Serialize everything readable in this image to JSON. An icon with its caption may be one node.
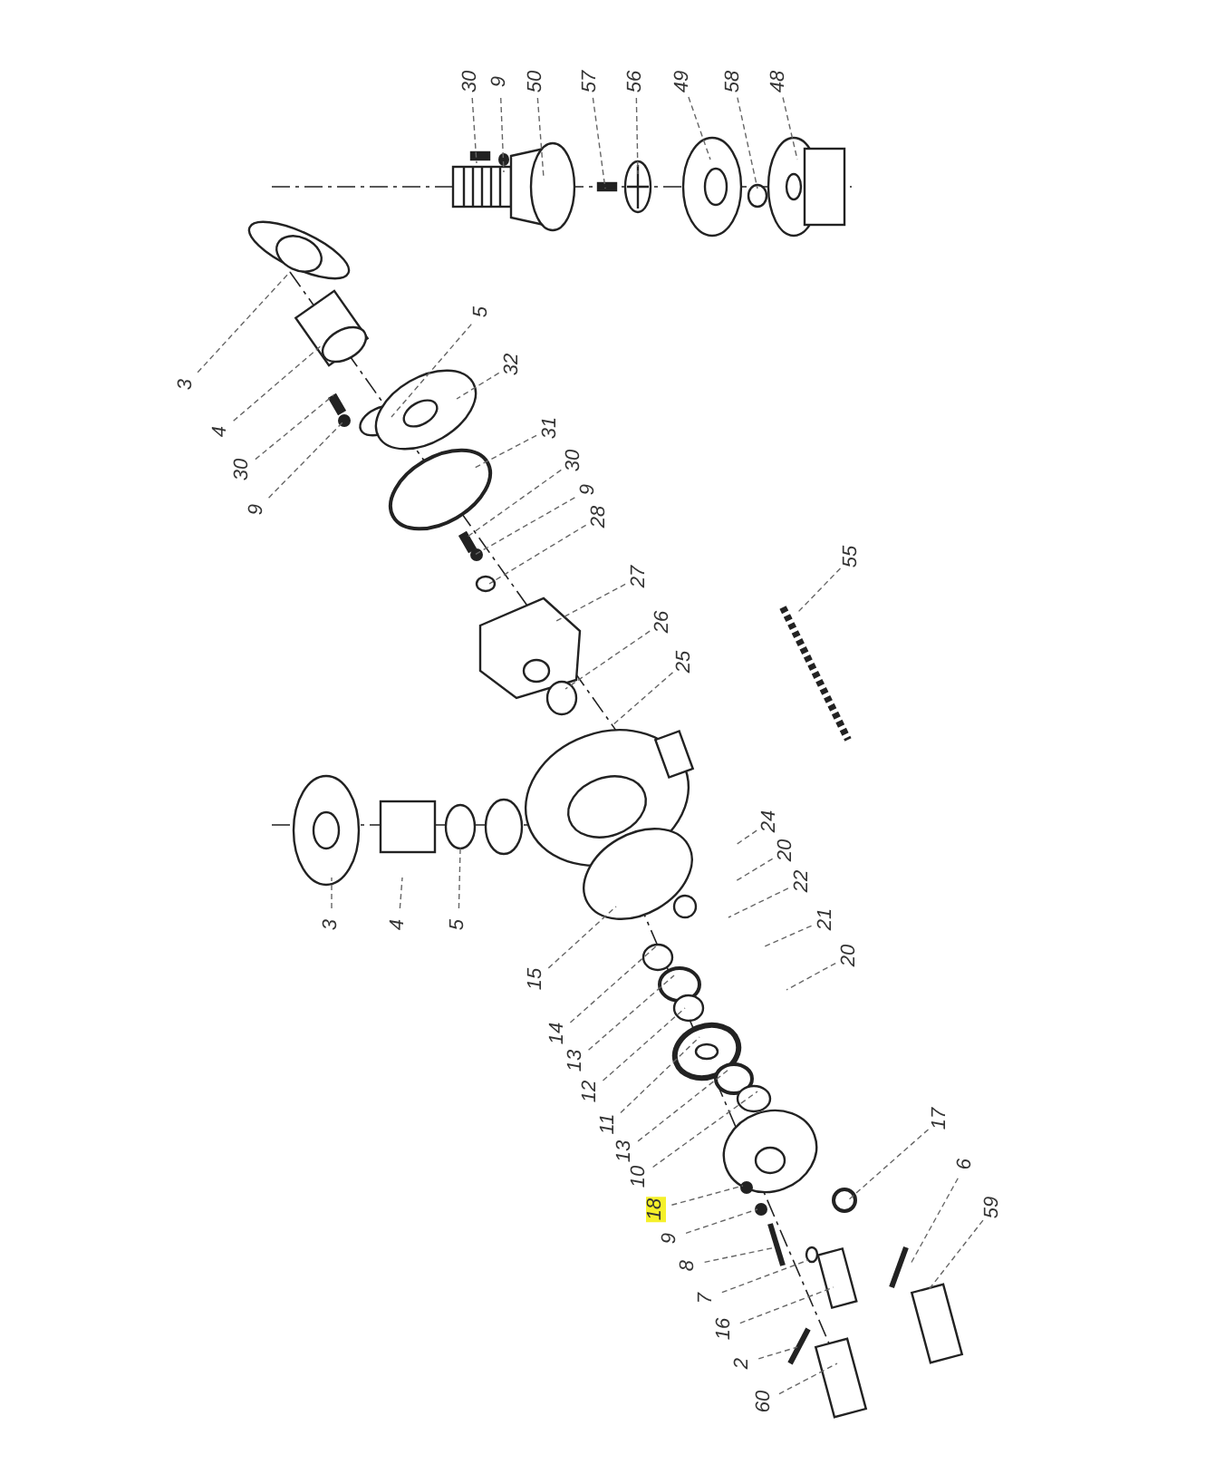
{
  "diagram": {
    "nodes": [
      {
        "text": [
          "30"
        ]
      },
      {
        "text": [
          "9"
        ]
      },
      {
        "text": [
          "50"
        ]
      },
      {
        "text": [
          "57"
        ]
      },
      {
        "text": [
          "56"
        ]
      },
      {
        "text": [
          "49"
        ]
      },
      {
        "text": [
          "58"
        ]
      },
      {
        "text": [
          "48"
        ]
      },
      {
        "text": [
          "3"
        ]
      },
      {
        "text": [
          "4"
        ]
      },
      {
        "text": [
          "30"
        ]
      },
      {
        "text": [
          "9"
        ]
      },
      {
        "text": [
          "5"
        ]
      },
      {
        "text": [
          "32"
        ]
      },
      {
        "text": [
          "31"
        ]
      },
      {
        "text": [
          "30"
        ]
      },
      {
        "text": [
          "9"
        ]
      },
      {
        "text": [
          "28"
        ]
      },
      {
        "text": [
          "27"
        ]
      },
      {
        "text": [
          "26"
        ]
      },
      {
        "text": [
          "25"
        ]
      },
      {
        "text": [
          "55"
        ]
      },
      {
        "text": [
          "3"
        ]
      },
      {
        "text": [
          "4"
        ]
      },
      {
        "text": [
          "5"
        ]
      },
      {
        "text": [
          "15"
        ]
      },
      {
        "text": [
          "14"
        ]
      },
      {
        "text": [
          "13"
        ]
      },
      {
        "text": [
          "12"
        ]
      },
      {
        "text": [
          "11"
        ]
      },
      {
        "text": [
          "13"
        ]
      },
      {
        "text": [
          "10"
        ]
      },
      {
        "text": [
          "24"
        ]
      },
      {
        "text": [
          "20"
        ]
      },
      {
        "text": [
          "22"
        ]
      },
      {
        "text": [
          "21"
        ]
      },
      {
        "text": [
          "20"
        ]
      },
      {
        "text": [
          "18"
        ]
      },
      {
        "text": [
          "9"
        ]
      },
      {
        "text": [
          "8"
        ]
      },
      {
        "text": [
          "7"
        ]
      },
      {
        "text": [
          "16"
        ]
      },
      {
        "text": [
          "2"
        ]
      },
      {
        "text": [
          "60"
        ]
      },
      {
        "text": [
          "17"
        ]
      },
      {
        "text": [
          "6"
        ]
      },
      {
        "text": [
          "59"
        ]
      }
    ],
    "edges": [
      {
        "from": 0,
        "to": null,
        "arrow": "none"
      },
      {
        "from": 1,
        "to": null,
        "arrow": "none"
      },
      {
        "from": 2,
        "to": null,
        "arrow": "none"
      },
      {
        "from": 3,
        "to": null,
        "arrow": "none"
      },
      {
        "from": 4,
        "to": null,
        "arrow": "none"
      },
      {
        "from": 5,
        "to": null,
        "arrow": "none"
      },
      {
        "from": 6,
        "to": null,
        "arrow": "none"
      },
      {
        "from": 7,
        "to": null,
        "arrow": "none"
      },
      {
        "from": 8,
        "to": null,
        "arrow": "none"
      },
      {
        "from": 9,
        "to": null,
        "arrow": "none"
      },
      {
        "from": 10,
        "to": null,
        "arrow": "none"
      },
      {
        "from": 11,
        "to": null,
        "arrow": "none"
      },
      {
        "from": 12,
        "to": null,
        "arrow": "none"
      },
      {
        "from": 13,
        "to": null,
        "arrow": "none"
      },
      {
        "from": 14,
        "to": null,
        "arrow": "none"
      },
      {
        "from": 15,
        "to": null,
        "arrow": "none"
      },
      {
        "from": 16,
        "to": null,
        "arrow": "none"
      },
      {
        "from": 17,
        "to": null,
        "arrow": "none"
      },
      {
        "from": 18,
        "to": null,
        "arrow": "none"
      },
      {
        "from": 19,
        "to": null,
        "arrow": "none"
      },
      {
        "from": 20,
        "to": null,
        "arrow": "none"
      },
      {
        "from": 21,
        "to": null,
        "arrow": "none"
      },
      {
        "from": 22,
        "to": null,
        "arrow": "none"
      },
      {
        "from": 23,
        "to": null,
        "arrow": "none"
      },
      {
        "from": 24,
        "to": null,
        "arrow": "none"
      },
      {
        "from": 25,
        "to": null,
        "arrow": "none"
      },
      {
        "from": 26,
        "to": null,
        "arrow": "none"
      },
      {
        "from": 27,
        "to": null,
        "arrow": "none"
      },
      {
        "from": 28,
        "to": null,
        "arrow": "none"
      },
      {
        "from": 29,
        "to": null,
        "arrow": "none"
      },
      {
        "from": 30,
        "to": null,
        "arrow": "none"
      },
      {
        "from": 31,
        "to": null,
        "arrow": "none"
      },
      {
        "from": 32,
        "to": null,
        "arrow": "none"
      },
      {
        "from": 33,
        "to": null,
        "arrow": "none"
      },
      {
        "from": 34,
        "to": null,
        "arrow": "none"
      },
      {
        "from": 35,
        "to": null,
        "arrow": "none"
      },
      {
        "from": 36,
        "to": null,
        "arrow": "none"
      },
      {
        "from": 37,
        "to": null,
        "arrow": "none"
      },
      {
        "from": 38,
        "to": null,
        "arrow": "none"
      },
      {
        "from": 39,
        "to": null,
        "arrow": "none"
      },
      {
        "from": 40,
        "to": null,
        "arrow": "none"
      },
      {
        "from": 41,
        "to": null,
        "arrow": "none"
      },
      {
        "from": 42,
        "to": null,
        "arrow": "none"
      },
      {
        "from": 43,
        "to": null,
        "arrow": "none"
      },
      {
        "from": 44,
        "to": null,
        "arrow": "none"
      },
      {
        "from": 45,
        "to": null,
        "arrow": "none"
      },
      {
        "from": 46,
        "to": null,
        "arrow": "none"
      }
    ]
  }
}
